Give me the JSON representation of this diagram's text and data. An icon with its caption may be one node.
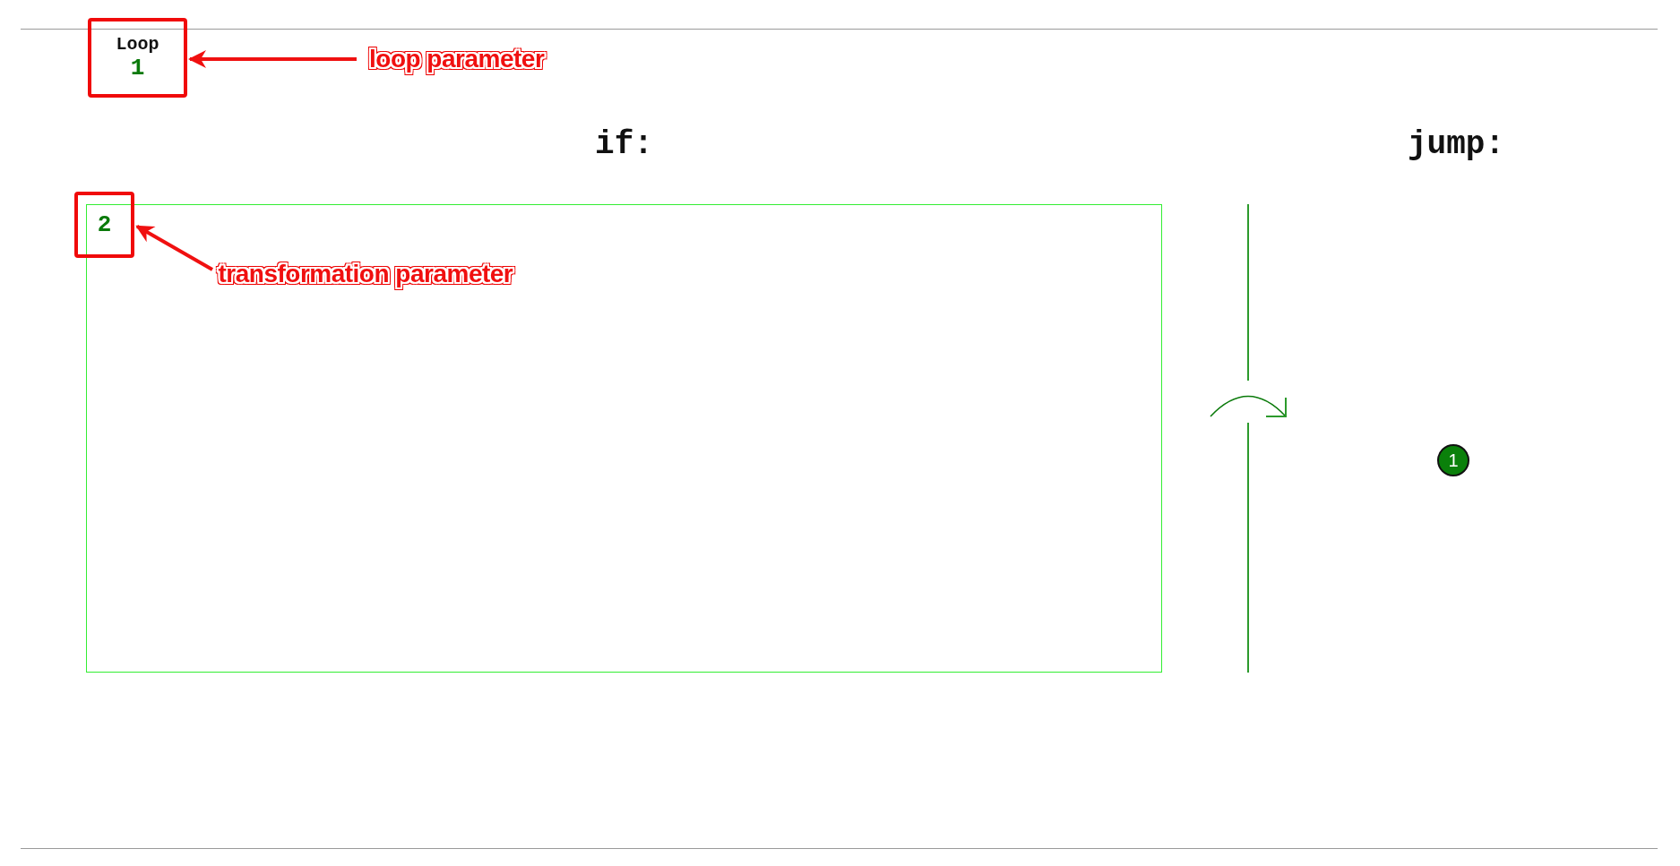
{
  "diagram": {
    "nodes": [
      {
        "text": [
          "Loop",
          "1"
        ]
      },
      {
        "text": [
          "loop parameter"
        ]
      },
      {
        "text": [
          "if:"
        ]
      },
      {
        "text": [
          "2"
        ]
      },
      {
        "text": [
          "transformation parameter"
        ],
        "in": 2
      },
      {
        "text": [
          "1"
        ]
      }
    ],
    "edges": [
      {
        "from": 1,
        "to": 0,
        "arrow": "to"
      },
      {
        "from": 4,
        "to": 3,
        "arrow": "to"
      }
    ],
    "labels": [
      "jump:"
    ]
  }
}
